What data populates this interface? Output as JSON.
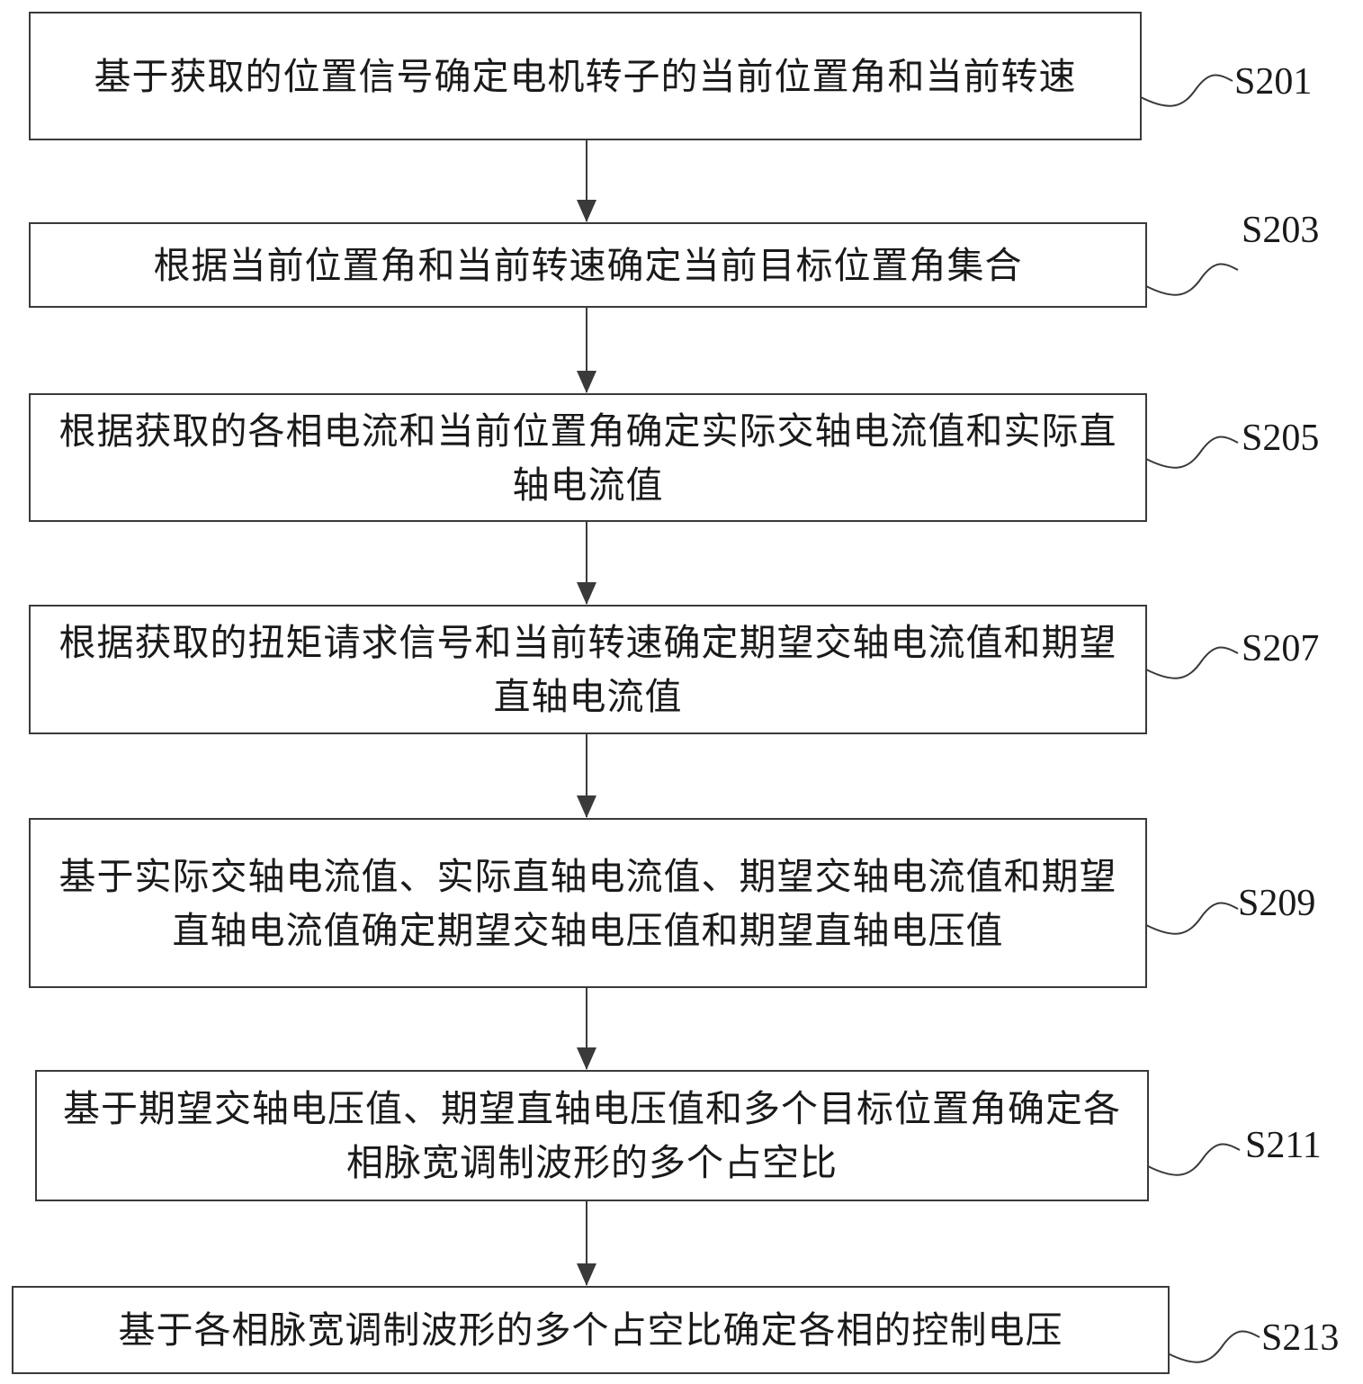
{
  "steps": [
    {
      "id": "S201",
      "text": "基于获取的位置信号确定电机转子的当前位置角和当前转速"
    },
    {
      "id": "S203",
      "text": "根据当前位置角和当前转速确定当前目标位置角集合"
    },
    {
      "id": "S205",
      "text": "根据获取的各相电流和当前位置角确定实际交轴电流值和实际直轴电流值"
    },
    {
      "id": "S207",
      "text": "根据获取的扭矩请求信号和当前转速确定期望交轴电流值和期望直轴电流值"
    },
    {
      "id": "S209",
      "text": "基于实际交轴电流值、实际直轴电流值、期望交轴电流值和期望直轴电流值确定期望交轴电压值和期望直轴电压值"
    },
    {
      "id": "S211",
      "text": "基于期望交轴电压值、期望直轴电压值和多个目标位置角确定各相脉宽调制波形的多个占空比"
    },
    {
      "id": "S213",
      "text": "基于各相脉宽调制波形的多个占空比确定各相的控制电压"
    }
  ],
  "colors": {
    "stroke": "#3a3a3a",
    "text": "#1a1a1a",
    "background": "#ffffff"
  }
}
